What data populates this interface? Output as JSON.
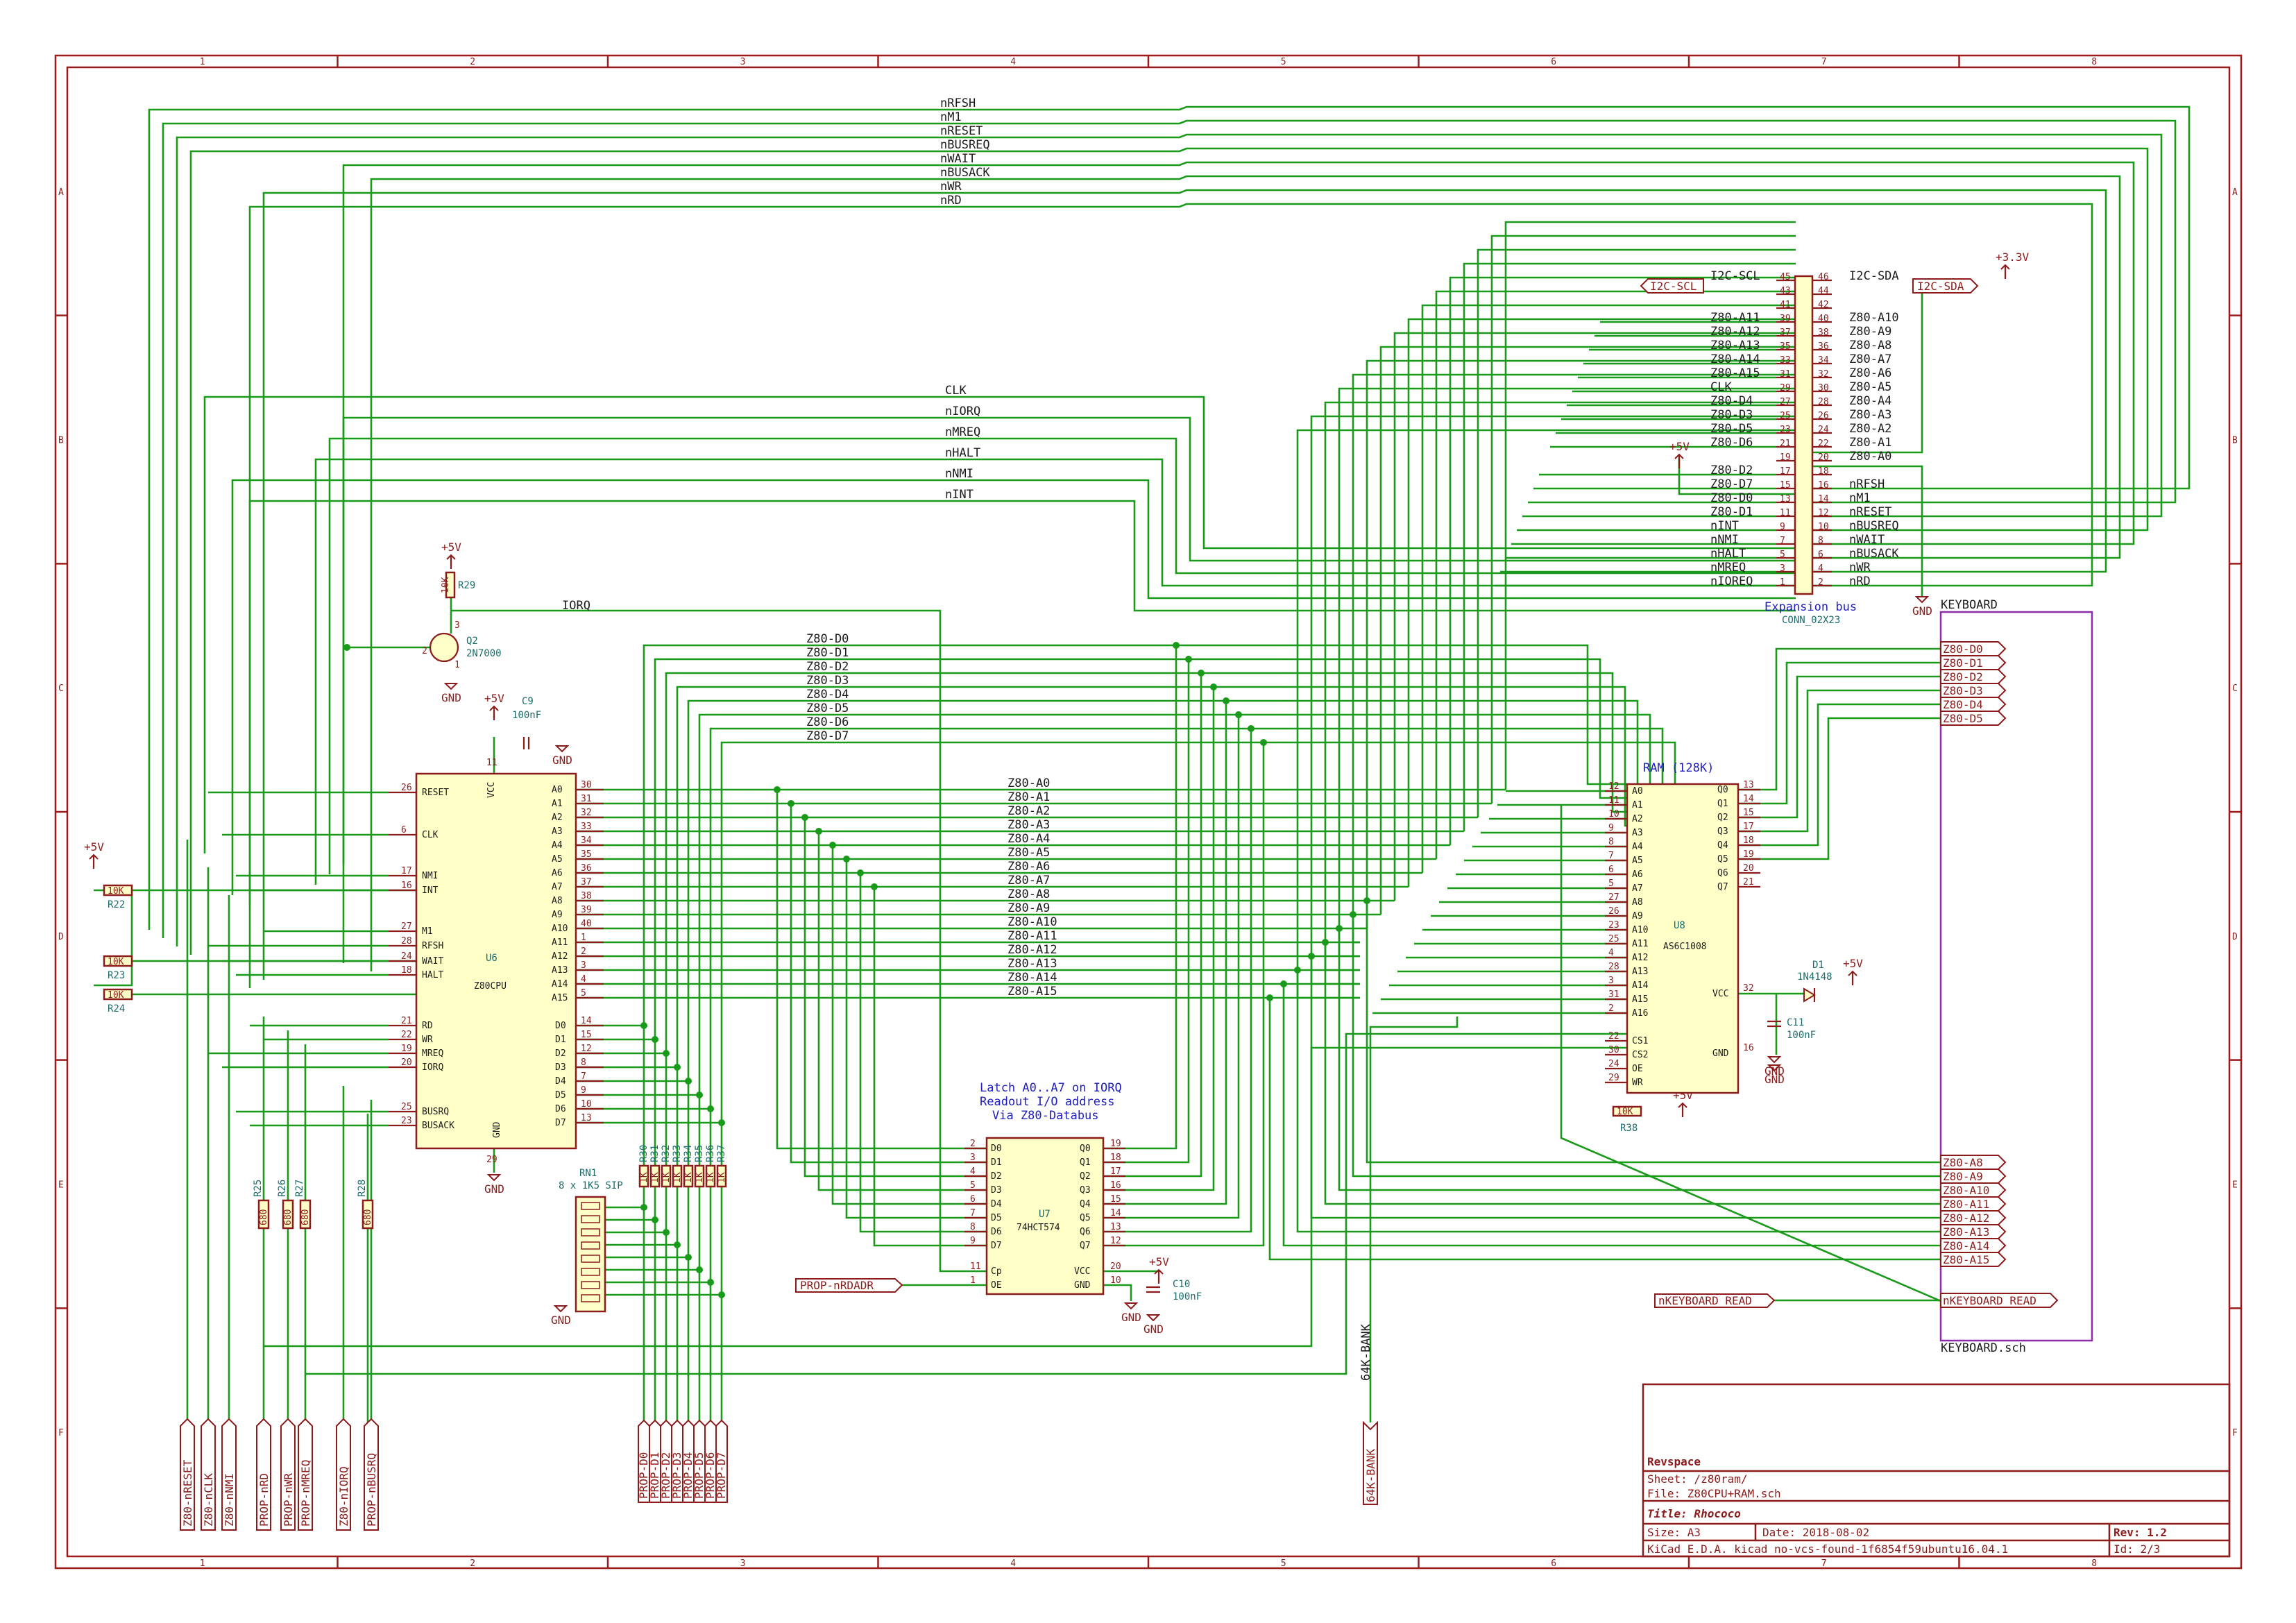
{
  "frame": {
    "columns": [
      "1",
      "2",
      "3",
      "4",
      "5",
      "6",
      "7",
      "8"
    ],
    "rows": [
      "A",
      "B",
      "C",
      "D",
      "E",
      "F"
    ]
  },
  "bus_nets_top": [
    "nRFSH",
    "nM1",
    "nRESET",
    "nBUSREQ",
    "nWAIT",
    "nBUSACK",
    "nWR",
    "nRD"
  ],
  "bus_nets_mid": [
    "CLK",
    "nIORQ",
    "nMREQ",
    "nHALT",
    "nNMI",
    "nINT"
  ],
  "iorq_net": "IORQ",
  "databus_nets": [
    "Z80-D0",
    "Z80-D1",
    "Z80-D2",
    "Z80-D3",
    "Z80-D4",
    "Z80-D5",
    "Z80-D6",
    "Z80-D7"
  ],
  "addrbus_nets": [
    "Z80-A0",
    "Z80-A1",
    "Z80-A2",
    "Z80-A3",
    "Z80-A4",
    "Z80-A5",
    "Z80-A6",
    "Z80-A7",
    "Z80-A8",
    "Z80-A9",
    "Z80-A10",
    "Z80-A11",
    "Z80-A12",
    "Z80-A13",
    "Z80-A14",
    "Z80-A15"
  ],
  "cpu": {
    "ref": "U6",
    "value": "Z80CPU",
    "vcc_label": "VCC",
    "gnd_label": "GND",
    "left_pins": [
      {
        "num": "26",
        "name": "RESET"
      },
      {
        "num": "6",
        "name": "CLK"
      },
      {
        "num": "17",
        "name": "NMI"
      },
      {
        "num": "16",
        "name": "INT"
      },
      {
        "num": "27",
        "name": "M1"
      },
      {
        "num": "28",
        "name": "RFSH"
      },
      {
        "num": "24",
        "name": "WAIT"
      },
      {
        "num": "18",
        "name": "HALT"
      },
      {
        "num": "21",
        "name": "RD"
      },
      {
        "num": "22",
        "name": "WR"
      },
      {
        "num": "19",
        "name": "MREQ"
      },
      {
        "num": "20",
        "name": "IORQ"
      },
      {
        "num": "25",
        "name": "BUSRQ"
      },
      {
        "num": "23",
        "name": "BUSACK"
      }
    ],
    "addr_pins": [
      {
        "num": "30",
        "name": "A0"
      },
      {
        "num": "31",
        "name": "A1"
      },
      {
        "num": "32",
        "name": "A2"
      },
      {
        "num": "33",
        "name": "A3"
      },
      {
        "num": "34",
        "name": "A4"
      },
      {
        "num": "35",
        "name": "A5"
      },
      {
        "num": "36",
        "name": "A6"
      },
      {
        "num": "37",
        "name": "A7"
      },
      {
        "num": "38",
        "name": "A8"
      },
      {
        "num": "39",
        "name": "A9"
      },
      {
        "num": "40",
        "name": "A10"
      },
      {
        "num": "1",
        "name": "A11"
      },
      {
        "num": "2",
        "name": "A12"
      },
      {
        "num": "3",
        "name": "A13"
      },
      {
        "num": "4",
        "name": "A14"
      },
      {
        "num": "5",
        "name": "A15"
      }
    ],
    "data_pins": [
      {
        "num": "14",
        "name": "D0"
      },
      {
        "num": "15",
        "name": "D1"
      },
      {
        "num": "12",
        "name": "D2"
      },
      {
        "num": "8",
        "name": "D3"
      },
      {
        "num": "7",
        "name": "D4"
      },
      {
        "num": "9",
        "name": "D5"
      },
      {
        "num": "10",
        "name": "D6"
      },
      {
        "num": "13",
        "name": "D7"
      }
    ],
    "vcc_pin": "11",
    "gnd_pin": "29"
  },
  "c9": {
    "ref": "C9",
    "value": "100nF"
  },
  "q2": {
    "ref": "Q2",
    "value": "2N7000",
    "pin_g": "2",
    "pin_d": "3",
    "pin_s": "1"
  },
  "r29": {
    "ref": "R29",
    "value": "10K"
  },
  "pullups": [
    {
      "ref": "R22",
      "value": "10K"
    },
    {
      "ref": "R23",
      "value": "10K"
    },
    {
      "ref": "R24",
      "value": "10K"
    }
  ],
  "prop_resistors": [
    {
      "ref": "R25",
      "value": "680"
    },
    {
      "ref": "R26",
      "value": "680"
    },
    {
      "ref": "R27",
      "value": "680"
    },
    {
      "ref": "R28",
      "value": "680"
    }
  ],
  "data_resistors": [
    {
      "ref": "R30",
      "value": "1K"
    },
    {
      "ref": "R31",
      "value": "1K"
    },
    {
      "ref": "R32",
      "value": "1K"
    },
    {
      "ref": "R33",
      "value": "1K"
    },
    {
      "ref": "R34",
      "value": "1K"
    },
    {
      "ref": "R35",
      "value": "1K"
    },
    {
      "ref": "R36",
      "value": "1K"
    },
    {
      "ref": "R37",
      "value": "1K"
    }
  ],
  "rn1": {
    "ref": "RN1",
    "value": "8 x 1K5 SIP"
  },
  "power": {
    "p5v": "+5V",
    "p33v": "+3.3V",
    "gnd": "GND"
  },
  "latch": {
    "ref": "U7",
    "value": "74HCT574",
    "note_lines": [
      "Latch A0..A7 on IORQ",
      "Readout I/O address",
      "Via Z80-Databus"
    ],
    "d_pins": [
      {
        "num": "2",
        "name": "D0"
      },
      {
        "num": "3",
        "name": "D1"
      },
      {
        "num": "4",
        "name": "D2"
      },
      {
        "num": "5",
        "name": "D3"
      },
      {
        "num": "6",
        "name": "D4"
      },
      {
        "num": "7",
        "name": "D5"
      },
      {
        "num": "8",
        "name": "D6"
      },
      {
        "num": "9",
        "name": "D7"
      }
    ],
    "q_pins": [
      {
        "num": "19",
        "name": "Q0"
      },
      {
        "num": "18",
        "name": "Q1"
      },
      {
        "num": "17",
        "name": "Q2"
      },
      {
        "num": "16",
        "name": "Q3"
      },
      {
        "num": "15",
        "name": "Q4"
      },
      {
        "num": "14",
        "name": "Q5"
      },
      {
        "num": "13",
        "name": "Q6"
      },
      {
        "num": "12",
        "name": "Q7"
      }
    ],
    "cp_pin": {
      "num": "11",
      "name": "Cp"
    },
    "oe_pin": {
      "num": "1",
      "name": "OE"
    },
    "vcc_pin": {
      "num": "20",
      "name": "VCC"
    },
    "gnd_pin": {
      "num": "10",
      "name": "GND"
    }
  },
  "c10": {
    "ref": "C10",
    "value": "100nF"
  },
  "ram": {
    "title": "RAM (128K)",
    "ref": "U8",
    "value": "AS6C1008",
    "a_pins": [
      {
        "num": "12",
        "name": "A0"
      },
      {
        "num": "11",
        "name": "A1"
      },
      {
        "num": "10",
        "name": "A2"
      },
      {
        "num": "9",
        "name": "A3"
      },
      {
        "num": "8",
        "name": "A4"
      },
      {
        "num": "7",
        "name": "A5"
      },
      {
        "num": "6",
        "name": "A6"
      },
      {
        "num": "5",
        "name": "A7"
      },
      {
        "num": "27",
        "name": "A8"
      },
      {
        "num": "26",
        "name": "A9"
      },
      {
        "num": "23",
        "name": "A10"
      },
      {
        "num": "25",
        "name": "A11"
      },
      {
        "num": "4",
        "name": "A12"
      },
      {
        "num": "28",
        "name": "A13"
      },
      {
        "num": "3",
        "name": "A14"
      },
      {
        "num": "31",
        "name": "A15"
      },
      {
        "num": "2",
        "name": "A16"
      }
    ],
    "ctl_pins": [
      {
        "num": "22",
        "name": "CS1"
      },
      {
        "num": "30",
        "name": "CS2"
      },
      {
        "num": "24",
        "name": "OE"
      },
      {
        "num": "29",
        "name": "WR"
      }
    ],
    "q_pins": [
      {
        "num": "13",
        "name": "Q0"
      },
      {
        "num": "14",
        "name": "Q1"
      },
      {
        "num": "15",
        "name": "Q2"
      },
      {
        "num": "17",
        "name": "Q3"
      },
      {
        "num": "18",
        "name": "Q4"
      },
      {
        "num": "19",
        "name": "Q5"
      },
      {
        "num": "20",
        "name": "Q6"
      },
      {
        "num": "21",
        "name": "Q7"
      }
    ],
    "vcc_pin": {
      "num": "32",
      "name": "VCC"
    },
    "gnd_pin": {
      "num": "16",
      "name": "GND"
    }
  },
  "d1": {
    "ref": "D1",
    "value": "1N4148"
  },
  "c11": {
    "ref": "C11",
    "value": "100nF"
  },
  "r38": {
    "ref": "R38",
    "value": "10K"
  },
  "connector": {
    "ref": "Expansion bus",
    "value": "CONN_02X23",
    "rows": [
      {
        "l": "I2C-SCL",
        "ln": "45",
        "rn": "46",
        "r": "I2C-SDA"
      },
      {
        "l": "",
        "ln": "43",
        "rn": "44",
        "r": ""
      },
      {
        "l": "",
        "ln": "41",
        "rn": "42",
        "r": ""
      },
      {
        "l": "Z80-A11",
        "ln": "39",
        "rn": "40",
        "r": "Z80-A10"
      },
      {
        "l": "Z80-A12",
        "ln": "37",
        "rn": "38",
        "r": "Z80-A9"
      },
      {
        "l": "Z80-A13",
        "ln": "35",
        "rn": "36",
        "r": "Z80-A8"
      },
      {
        "l": "Z80-A14",
        "ln": "33",
        "rn": "34",
        "r": "Z80-A7"
      },
      {
        "l": "Z80-A15",
        "ln": "31",
        "rn": "32",
        "r": "Z80-A6"
      },
      {
        "l": "CLK",
        "ln": "29",
        "rn": "30",
        "r": "Z80-A5"
      },
      {
        "l": "Z80-D4",
        "ln": "27",
        "rn": "28",
        "r": "Z80-A4"
      },
      {
        "l": "Z80-D3",
        "ln": "25",
        "rn": "26",
        "r": "Z80-A3"
      },
      {
        "l": "Z80-D5",
        "ln": "23",
        "rn": "24",
        "r": "Z80-A2"
      },
      {
        "l": "Z80-D6",
        "ln": "21",
        "rn": "22",
        "r": "Z80-A1"
      },
      {
        "l": "",
        "ln": "19",
        "rn": "20",
        "r": "Z80-A0"
      },
      {
        "l": "Z80-D2",
        "ln": "17",
        "rn": "18",
        "r": ""
      },
      {
        "l": "Z80-D7",
        "ln": "15",
        "rn": "16",
        "r": "nRFSH"
      },
      {
        "l": "Z80-D0",
        "ln": "13",
        "rn": "14",
        "r": "nM1"
      },
      {
        "l": "Z80-D1",
        "ln": "11",
        "rn": "12",
        "r": "nRESET"
      },
      {
        "l": "nINT",
        "ln": "9",
        "rn": "10",
        "r": "nBUSREQ"
      },
      {
        "l": "nNMI",
        "ln": "7",
        "rn": "8",
        "r": "nWAIT"
      },
      {
        "l": "nHALT",
        "ln": "5",
        "rn": "6",
        "r": "nBUSACK"
      },
      {
        "l": "nMREQ",
        "ln": "3",
        "rn": "4",
        "r": "nWR"
      },
      {
        "l": "nIOREQ",
        "ln": "1",
        "rn": "2",
        "r": "nRD"
      }
    ]
  },
  "i2c_labels": {
    "scl": "I2C-SCL",
    "sda": "I2C-SDA"
  },
  "keyboard": {
    "name": "KEYBOARD",
    "file": "KEYBOARD.sch",
    "d_pins": [
      "Z80-D0",
      "Z80-D1",
      "Z80-D2",
      "Z80-D3",
      "Z80-D4",
      "Z80-D5"
    ],
    "a_pins": [
      "Z80-A8",
      "Z80-A9",
      "Z80-A10",
      "Z80-A11",
      "Z80-A12",
      "Z80-A13",
      "Z80-A14",
      "Z80-A15"
    ],
    "read_pin": "nKEYBOARD_READ"
  },
  "kbd_read_label": "nKEYBOARD_READ",
  "prop_nrdadr": "PROP-nRDADR",
  "bottom_labels_left": [
    "Z80-nRESET",
    "Z80-nCLK",
    "Z80-nNMI",
    "PROP-nRD",
    "PROP-nWR",
    "PROP-nMREQ",
    "Z80-nIORQ",
    "PROP-nBUSRQ"
  ],
  "bottom_labels_data": [
    "PROP-D0",
    "PROP-D1",
    "PROP-D2",
    "PROP-D3",
    "PROP-D4",
    "PROP-D5",
    "PROP-D6",
    "PROP-D7"
  ],
  "bank_net": "64K-BANK",
  "bank_label": "64K-BANK",
  "title_block": {
    "company": "Revspace",
    "sheet": "Sheet: /z80ram/",
    "file": "File: Z80CPU+RAM.sch",
    "title": "Title: Rhococo",
    "size": "Size: A3",
    "date": "Date: 2018-08-02",
    "rev": "Rev: 1.2",
    "tool": "KiCad E.D.A.  kicad no-vcs-found-1f6854f59ubuntu16.04.1",
    "id": "Id: 2/3"
  }
}
